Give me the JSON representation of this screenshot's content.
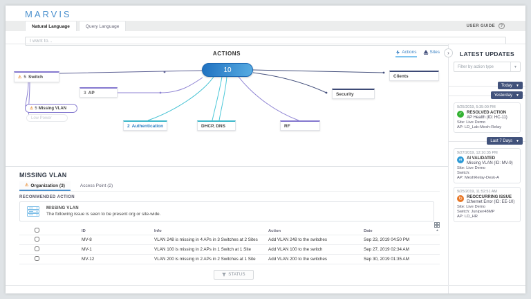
{
  "header": {
    "logo": "MARVIS",
    "tabs": [
      {
        "label": "Natural Language"
      },
      {
        "label": "Query Language"
      }
    ],
    "user_guide": "USER GUIDE",
    "search": {
      "placeholder": "I want to..."
    }
  },
  "diagram": {
    "title": "ACTIONS",
    "toggle": {
      "actions": "Actions",
      "sites": "Sites"
    },
    "center_count": "10",
    "nodes": {
      "switch": {
        "count": "5",
        "label": "Switch"
      },
      "ap": {
        "count": "3",
        "label": "AP"
      },
      "missing_vlan": {
        "count": "5",
        "label": "Missing VLAN"
      },
      "low_power": {
        "label": "Low Power"
      },
      "authentication": {
        "count": "2",
        "label": "Authentication"
      },
      "dhcp_dns": {
        "label": "DHCP, DNS"
      },
      "rf": {
        "label": "RF"
      },
      "security": {
        "label": "Security"
      },
      "clients": {
        "label": "Clients"
      }
    }
  },
  "sidebar": {
    "title": "LATEST UPDATES",
    "filter_placeholder": "Filter by action type",
    "groups": {
      "today": "Today",
      "yesterday": "Yesterday",
      "last7": "Last 7 Days"
    },
    "cards": [
      {
        "timestamp": "9/25/2019, 5:35:00 PM",
        "type": "RESOLVED ACTION",
        "title": "AP Health (ID: HC-11)",
        "site": "Site: Live Demo",
        "ap": "AP: LD_Lab-Mesh-Relay"
      },
      {
        "timestamp": "9/27/2019, 12:10:35 PM",
        "type": "AI VALIDATED",
        "title": "Missing VLAN (ID: MV-9)",
        "site": "Site: Live Demo",
        "switch": "Switch:",
        "ap": "AP: MeshRelay-Desk-A"
      },
      {
        "timestamp": "9/25/2019, 11:52:51 AM",
        "type": "REOCCURRING ISSUE",
        "title": "Ethernet Error (ID: EE-10)",
        "site": "Site: Live Demo",
        "switch": "Switch: Juniper48MP",
        "ap": "AP: LD_HR"
      }
    ]
  },
  "panel": {
    "title": "MISSING VLAN",
    "tabs": [
      {
        "label": "Organization (3)"
      },
      {
        "label": "Access Point (2)"
      }
    ],
    "section_label": "RECOMMENDED ACTION",
    "issue": {
      "title": "MISSING VLAN",
      "description": "The following issue is seen to be present org or site-wide."
    },
    "table": {
      "headers": {
        "id": "ID",
        "info": "Info",
        "action": "Action",
        "date": "Date"
      },
      "rows": [
        {
          "id": "MV-8",
          "info": "VLAN 248 is missing in 4 APs in 3 Switches at 2 Sites",
          "action": "Add VLAN 248 to the switches",
          "date": "Sep 23, 2019 04:50 PM"
        },
        {
          "id": "MV-1",
          "info": "VLAN 100 is missing in 2 APs in 1 Switch at 1 Site",
          "action": "Add VLAN 100 to the switch",
          "date": "Sep 27, 2019 02:34 AM"
        },
        {
          "id": "MV-12",
          "info": "VLAN 200 is missing in 2 APs in 2 Switches at 1 Site",
          "action": "Add VLAN 200 to the switches",
          "date": "Sep 30, 2019 01:35 AM"
        }
      ]
    },
    "status_button": "STATUS"
  },
  "colors": {
    "brand_blue": "#4a90ce",
    "navy_button": "#41527b",
    "warning_orange": "#e8923d",
    "resolved_green": "#34b233",
    "ai_blue": "#2e9bd6",
    "reoccurring_orange": "#e87625",
    "edge_purple": "#8d82d3",
    "edge_teal": "#3fc0d2",
    "edge_navy": "#44507c"
  }
}
